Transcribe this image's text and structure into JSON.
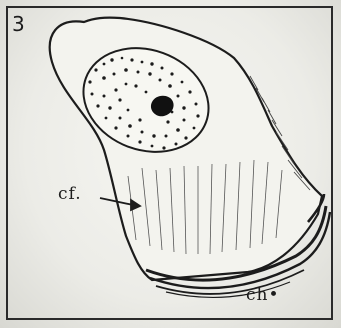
{
  "figure": {
    "number": "3",
    "labels": {
      "cf": "cf.",
      "ch": "ch•"
    }
  },
  "colors": {
    "ink": "#1c1c1c",
    "paper": "#f4f4ef",
    "nucleus_dark": "#111111"
  }
}
